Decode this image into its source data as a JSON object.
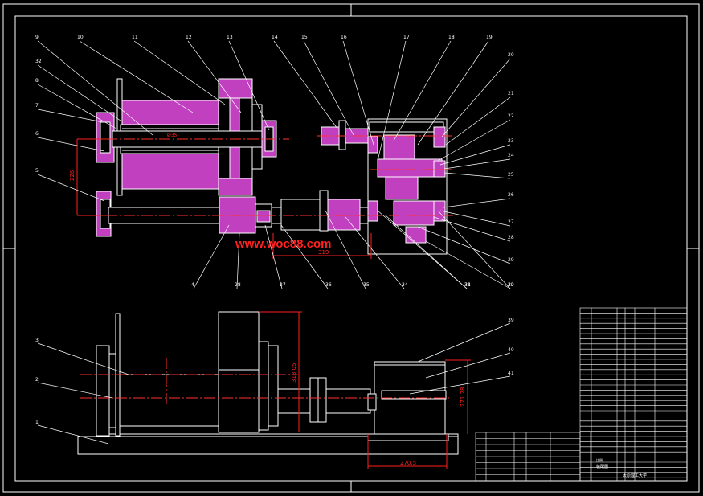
{
  "colors": {
    "background": "#000000",
    "outline": "#ffffff",
    "hatch": "#c040c0",
    "centerline": "#ff3030",
    "dimension": "#ff2020",
    "leader": "#ffffff",
    "watermark": "#ff2020"
  },
  "watermark": "www.woc88.com",
  "top_view_labels": [
    "9",
    "10",
    "11",
    "12",
    "13",
    "14",
    "15",
    "16",
    "17",
    "18",
    "19",
    "20",
    "21",
    "22",
    "23",
    "24",
    "25",
    "26",
    "27",
    "28",
    "29",
    "30",
    "31",
    "32",
    "8",
    "7",
    "6",
    "5",
    "4",
    "28",
    "27",
    "36",
    "35",
    "34",
    "33",
    "32",
    "31"
  ],
  "side_view_labels": [
    "1",
    "2",
    "3",
    "39",
    "40",
    "41"
  ],
  "dimensions": {
    "d1": "226",
    "d2": "319",
    "d3": "318.05",
    "d4": "270.5",
    "d5": "271.28",
    "d6": "Ø35"
  },
  "title_block": {
    "school": "太原理工大学",
    "row_a": "装配图",
    "row_b": "比例"
  }
}
